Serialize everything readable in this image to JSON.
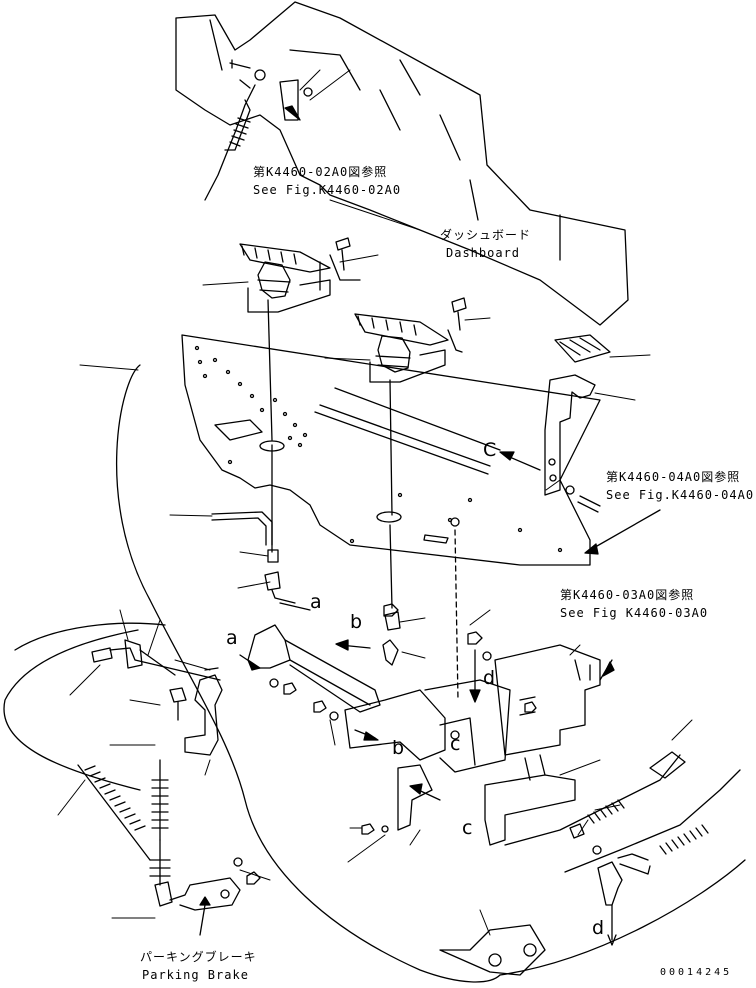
{
  "refs": {
    "ref1": {
      "jp": "第K4460-02A0図参照",
      "en": "See Fig.K4460-02A0"
    },
    "ref2": {
      "jp": "第K4460-04A0図参照",
      "en": "See Fig.K4460-04A0"
    },
    "ref3": {
      "jp": "第K4460-03A0図参照",
      "en": "See Fig K4460-03A0"
    }
  },
  "parts": {
    "dashboard": {
      "jp": "ダッシュボード",
      "en": "Dashboard"
    },
    "parking_brake": {
      "jp": "パーキングブレーキ",
      "en": "Parking Brake"
    }
  },
  "view_letters": {
    "a1": "a",
    "a2": "a",
    "b1": "b",
    "b2": "b",
    "c1": "C",
    "c2": "c",
    "c3": "c",
    "d1": "d",
    "d2": "d"
  },
  "drawing_number": "00014245"
}
